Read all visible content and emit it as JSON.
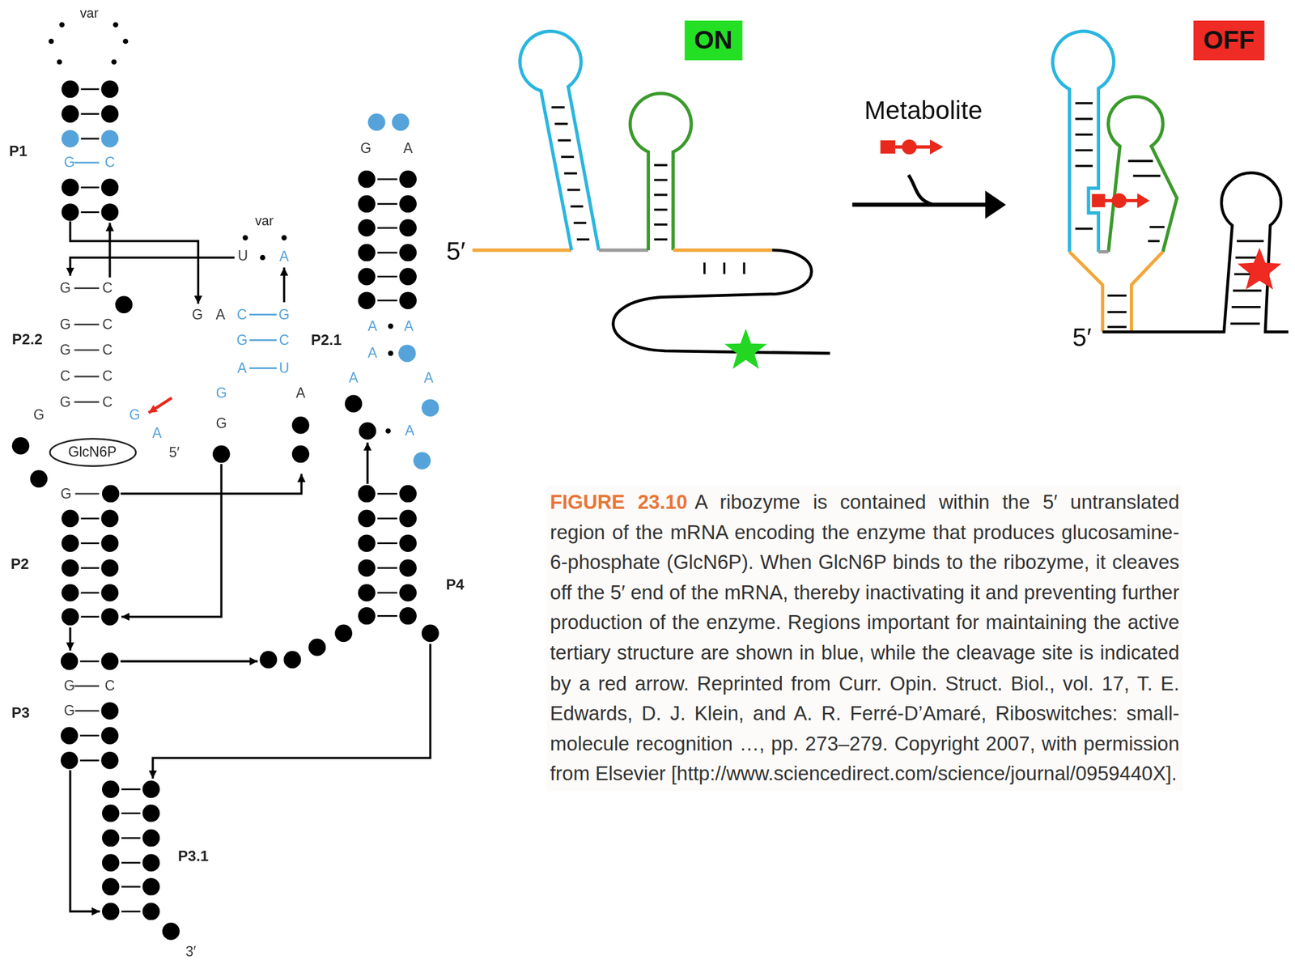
{
  "diagram": {
    "caption": "A ribozyme is contained within the 5′ untranslated region of the mRNA encoding the enzyme that produces glucosamine-6-phosphate (GlcN6P). When GlcN6P binds to the ribozyme, it cleaves off the 5′ end of the mRNA, thereby inactivating it and preventing further production of the enzyme. Regions important for maintaining the active tertiary structure are shown in blue, while the cleavage site is indicated by a red arrow. Reprinted from Curr. Opin. Struct. Biol., vol. 17, T. E. Edwards, D. J. Klein, and A. R. Ferré-D’Amaré, Riboswitches: small-molecule recognition …, pp. 273–279. Copyright 2007, with permission from Elsevier [http://www.sciencedirect.com/science/journal/0959440X].",
    "nodes": [
      {
        "text": [
          "GlcN6P"
        ]
      },
      {
        "text": [
          "ON"
        ]
      },
      {
        "text": [
          "OFF"
        ]
      }
    ],
    "labels": [
      "var",
      "P1",
      "G",
      "C",
      "var",
      "U",
      "A",
      "G",
      "C",
      "G",
      "A",
      "C",
      "G",
      "G",
      "C",
      "P2.2",
      "G",
      "C",
      "P2.1",
      "G",
      "C",
      "A",
      "U",
      "C",
      "C",
      "G",
      "A",
      "G",
      "C",
      "G",
      "G",
      "G",
      "A",
      "5′",
      "G",
      "P2",
      "G",
      "C",
      "G",
      "P3",
      "P3.1",
      "3′",
      "G",
      "A",
      "A",
      "A",
      "A",
      "A",
      "A",
      "A",
      "P4",
      "5′",
      "Metabolite",
      "5′",
      "FIGURE 23.10"
    ]
  }
}
